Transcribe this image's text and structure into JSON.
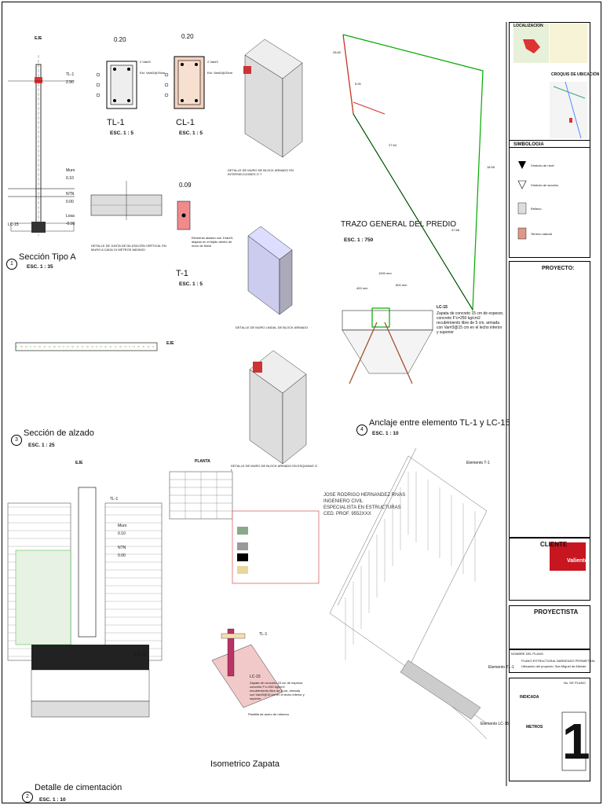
{
  "sheet": {
    "seccion_tipo_a": {
      "num": "1",
      "title": "Sección Tipo A",
      "esc": "ESC. 1 : 35"
    },
    "seccion_alzado": {
      "num": "3",
      "title": "Sección de alzado",
      "esc": "ESC. 1 : 25"
    },
    "detalle_cimentacion": {
      "num": "2",
      "title": "Detalle de cimentación",
      "esc": "ESC. 1 : 10"
    },
    "isometrico_zapata": {
      "title": "Isometrico Zapata"
    },
    "trazo_general": {
      "title": "TRAZO GENERAL DEL PREDIO",
      "esc": "ESC. 1 : 750"
    },
    "anclaje": {
      "num": "4",
      "title": "Anclaje entre elemento TL-1 y LC-15",
      "esc": "ESC. 1 : 10"
    },
    "tl1": {
      "title": "TL-1",
      "esc": "ESC. 1 : 5",
      "dim": "0.20"
    },
    "cl1": {
      "title": "CL-1",
      "esc": "ESC. 1 : 5",
      "dim": "0.20"
    },
    "t1": {
      "title": "T-1",
      "esc": "ESC. 1 : 5",
      "dim": "0.09"
    },
    "labels": {
      "eje": "EJE",
      "tl1": "TL-1",
      "tl1_lvl": "2.90",
      "muro": "Muro",
      "muro_lvl": "0.10",
      "ntn": "NTN",
      "ntn_lvl": "0.00",
      "losa": "Losa",
      "losa_lvl": "-0.00",
      "lc15": "LC-15",
      "junta": "DETALLE DE JUNTA DE DILATACIÓN VERTICAL EN MURO A CADA 10 METROS MÁXIMO",
      "interseccion": "DETALLE DE MURO DE BLOCK ARMADO EN INTERSECCIONES O T",
      "lindal": "DETALLE DE MURO LINDAL DE BLOCK ARMADO",
      "esquinas": "DETALLE DE MURO DE BLOCK ARMADO EN ESQUINAS O L",
      "planta": "PLANTA",
      "lc15_note": "Zapata de concreto 15 cm de espesor, concreto F'c=250 kg/cm2 recubrimiento libre de 5 cm, armada con Var#3@15 cm en el lecho inferior y superior",
      "dim_1000": "1000 mm",
      "dim_400": "400 mm",
      "dim_600": "600 mm",
      "elemento_tl1": "Elemento TL-1",
      "elemento_t1": "Elemento T-1",
      "elemento_lc15": "Elemento LC-15",
      "t1_note": "Elemento aislado con 1Var#3, alojado en el tejido dentro de muro de block",
      "firma": "JOSE RODRIGO HERNANDEZ RIVAS\nINGENIERO CIVIL\nESPECIALISTA EN ESTRUCTURAS\nCED. PROF. 9552XXX",
      "tl1_iso": "TL-1",
      "lc15_iso": "LC-15",
      "lc15_iso_note": "Zapata de concreto 15 cm de espesor, concreto F'c=250 kg/cm2 recubrimiento libre de 5 cm, armada con Var#3@15 cm en el lecho inferior y superior",
      "plantilla": "Plantilla de acero de refuerzo",
      "dims_trazo": [
        "28.60",
        "5.00",
        "27.64",
        "18.55",
        "47.68"
      ],
      "var3": "2 Var#3",
      "est": "Est. Var#2@20cm"
    }
  },
  "cartouche": {
    "localizacion": "LOCALIZACION",
    "croquis": "CROQUIS DE UBICACIÓN",
    "simbologia": "SIMBOLOGIA",
    "simb_items": [
      "Símbolo de nivel",
      "Símbolo de sección",
      "Relleno",
      "Terreno natural"
    ],
    "proyecto": "PROYECTO:",
    "cliente": "CLIENTE",
    "cliente_name": "Valiente",
    "proyectista": "PROYECTISTA",
    "nombre_plano_lbl": "NOMBRE DEL PLANO",
    "nombre_plano": "PLANO ESTRUCTURAL BARDEADO PERIMETRAL",
    "ubicacion": "Ubicación del proyecto: San Miguel de Allende",
    "no_plano_lbl": "No. DE PLANO",
    "indicada": "INDICADA",
    "metros": "METROS",
    "sheet_no": "1"
  }
}
